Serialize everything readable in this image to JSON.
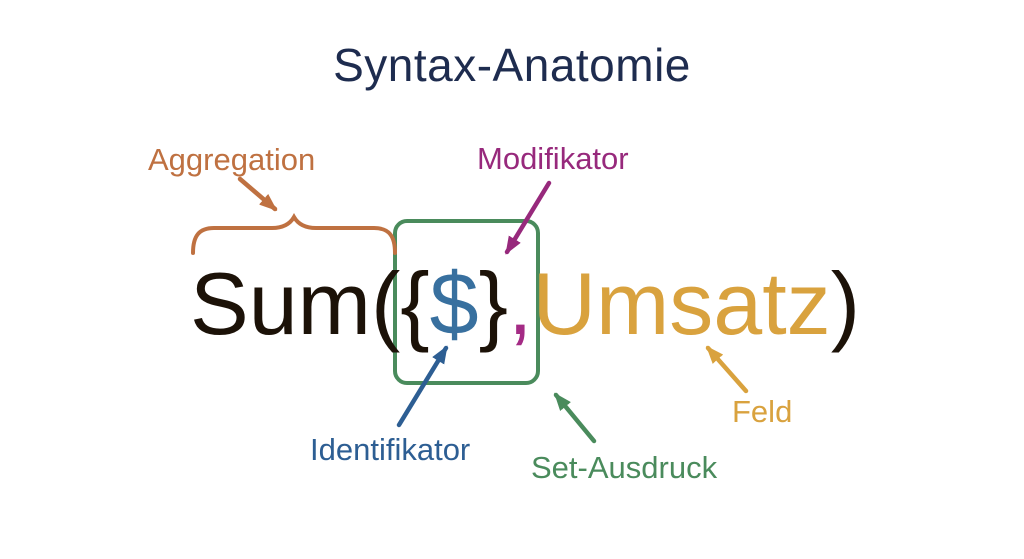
{
  "slide": {
    "title": "Syntax-Anatomie",
    "background": "#ffffff"
  },
  "formula": {
    "full_text": "Sum({$},Umsatz)",
    "aggregation_part": "Sum(",
    "set_open_brace": "{",
    "identifier_symbol": "$",
    "set_close_brace": "}",
    "comma": ",",
    "field_name": "Umsatz",
    "closing_paren": ")"
  },
  "annotations": {
    "aggregation": {
      "label": "Aggregation",
      "color": "#bf7141"
    },
    "modifikator": {
      "label": "Modifikator",
      "color": "#97297c"
    },
    "identifikator": {
      "label": "Identifikator",
      "color": "#2d5e93"
    },
    "set_ausdruck": {
      "label": "Set-Ausdruck",
      "color": "#4a8b5c"
    },
    "feld": {
      "label": "Feld",
      "color": "#d9a23e"
    }
  },
  "colors": {
    "title_text": "#1e2c4f",
    "formula_text": "#1c1208",
    "dollar_sign": "#38709f",
    "comma": "#a42b85",
    "field_text": "#d9a23e",
    "set_box_border": "#4a8b5c"
  }
}
